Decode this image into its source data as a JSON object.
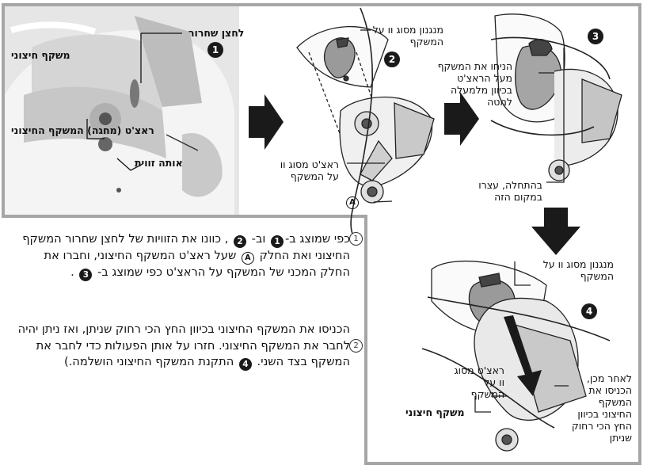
{
  "panel1": {
    "label_release_button": "לחצן שחרור",
    "label_outer_shield_top": "משקף חיצוני",
    "label_ratchet_shield": "ראצ'ט (מחגה) המשקף החיצוני",
    "label_angle_mark": "אותה זווית",
    "badge": "1"
  },
  "panel2": {
    "label_lock_mechanism": "מנגנון מסוג וו על המשקף",
    "label_ratchet": "ראצ'ט מסוג וו על המשקף",
    "label_part_a": "A",
    "badge": "2"
  },
  "panel3": {
    "label_place_shield": "הניחו את המשקף מעל הראצ'ט בכיוון מלמעלה למטה",
    "label_stop_here": "בהתחלה, עצרו במקום הזה",
    "badge": "3"
  },
  "panel4": {
    "label_lock_mechanism": "מנגנון מסוג וו על המשקף",
    "label_ratchet": "ראצ'ט מסוג וו על המשקף",
    "label_after": "לאחר מכן, הכניסו את המשקף החיצוני בכיוון החץ הכי רחוק שניתן",
    "label_outer_shield": "משקף חיצוני",
    "badge": "4"
  },
  "steps": [
    {
      "number": "1",
      "p1": "כפי שמוצג ב-",
      "b1": "1",
      "p2": " וב- ",
      "b2": "2",
      "p3": " , כוונו את הזוויות של לחצן שחרור המשקף החיצוני ואת החלק ",
      "circ": "A",
      "p4": " שעל ראצ'ט המשקף החיצוני, וחברו את החלק המכני של המשקף על הראצ'ט כפי שמוצג ב- ",
      "b3": "3",
      "p5": " ."
    },
    {
      "number": "2",
      "p1": "הכניסו את המשקף החיצוני בכיוון החץ הכי רחוק שניתן, ואז ניתן יהיה לחבר את המשקף החיצוני. חזרו על אותן הפעולות כדי לחבר את המשקף בצד השני. ",
      "b1": "4",
      "p2": " התקנת המשקף החיצוני הושלמה.)"
    }
  ],
  "colors": {
    "frame": "#a6a6a6",
    "arrow": "#1a1a1a",
    "photo_bg": "#e8e8e8",
    "shade": "#cfcfcf"
  }
}
